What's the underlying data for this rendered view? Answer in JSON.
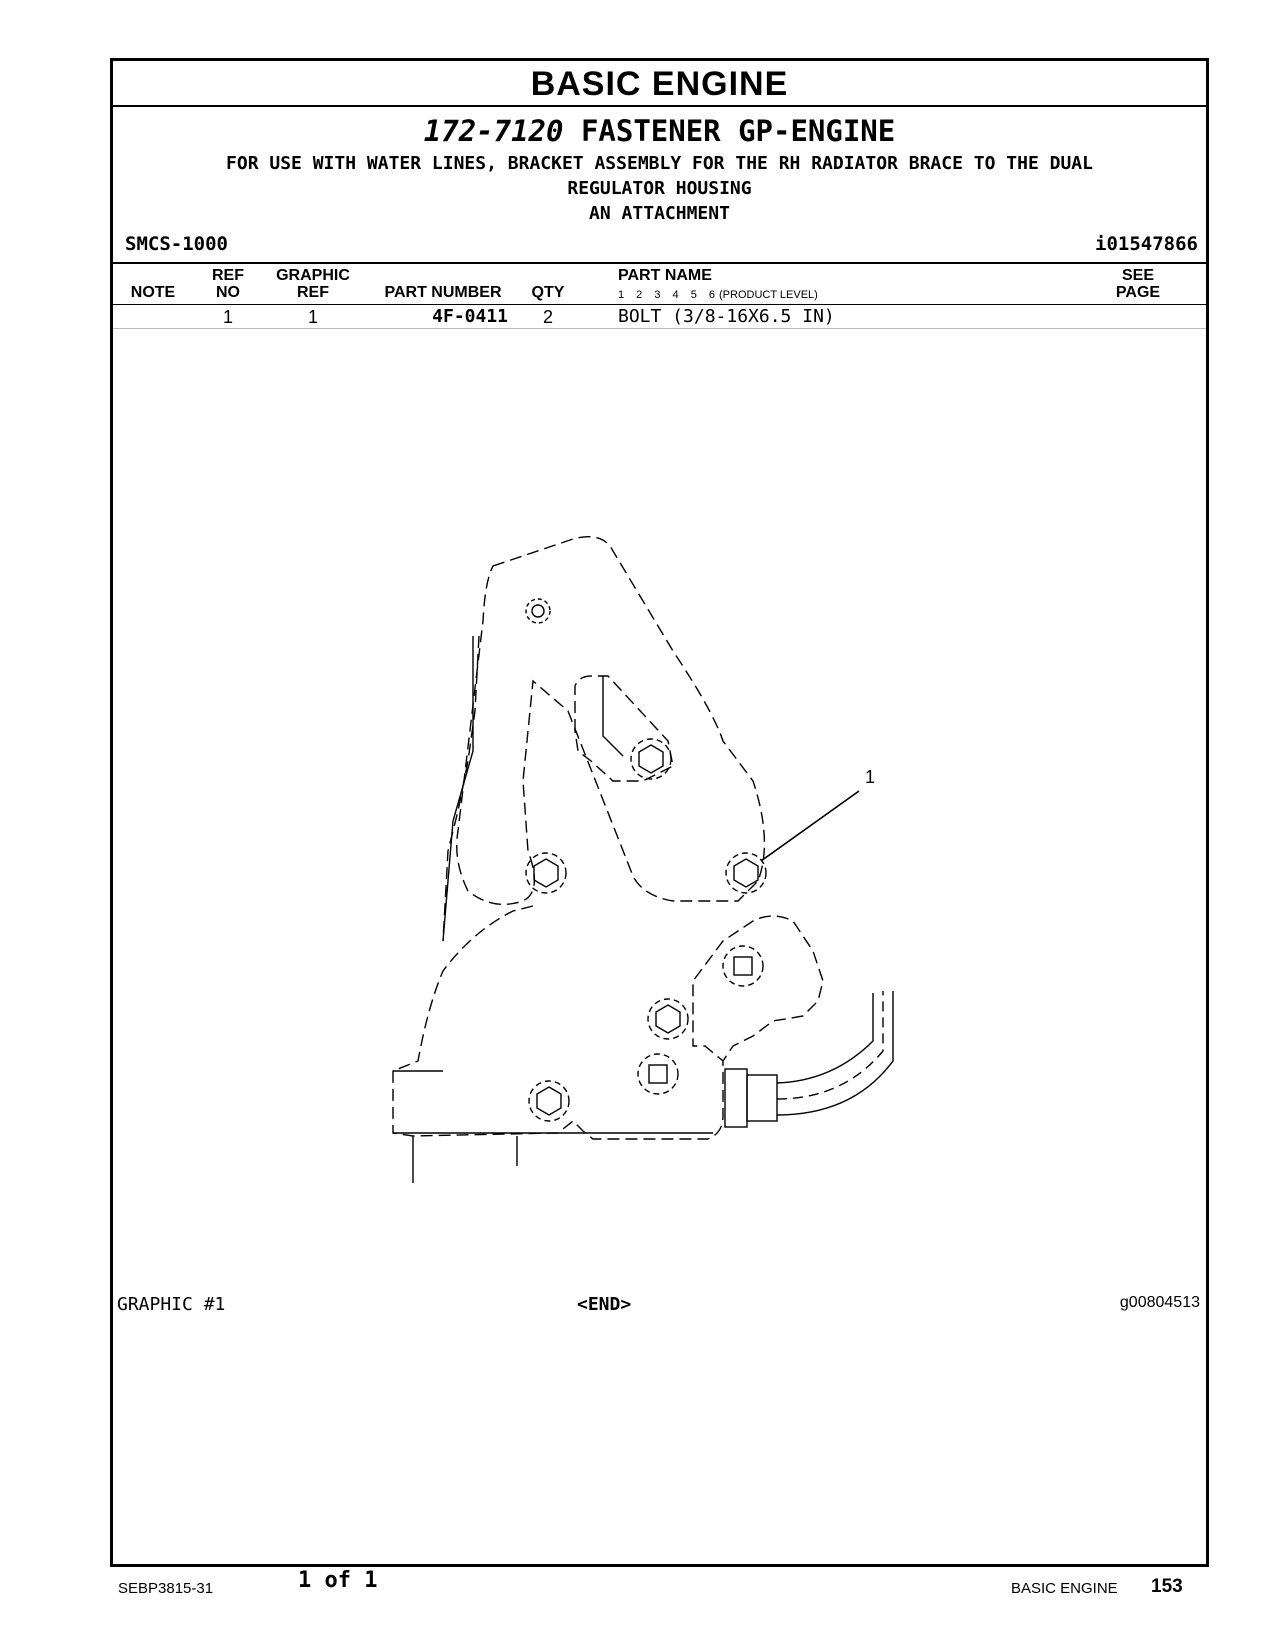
{
  "header": {
    "section_title": "BASIC  ENGINE",
    "group_number": "172-7120",
    "group_name": "FASTENER GP-ENGINE",
    "description_lines": [
      "FOR USE WITH WATER LINES, BRACKET ASSEMBLY FOR THE RH RADIATOR BRACE TO THE DUAL",
      "REGULATOR HOUSING",
      "AN ATTACHMENT"
    ],
    "smcs": "SMCS-1000",
    "info_id": "i01547866"
  },
  "table": {
    "columns": {
      "note": "NOTE",
      "ref_no_1": "REF",
      "ref_no_2": "NO",
      "graphic_ref_1": "GRAPHIC",
      "graphic_ref_2": "REF",
      "part_number": "PART NUMBER",
      "qty": "QTY",
      "part_name": "PART NAME",
      "levels": "1  2  3  4  5  6",
      "product_level": "(PRODUCT LEVEL)",
      "see_page_1": "SEE",
      "see_page_2": "PAGE"
    },
    "rows": [
      {
        "note": "",
        "ref_no": "1",
        "graphic_ref": "1",
        "part_number": "4F-0411",
        "qty": "2",
        "part_name": "BOLT (3/8-16X6.5 IN)",
        "see_page": ""
      }
    ]
  },
  "graphic": {
    "callout": "1",
    "caption_left": "GRAPHIC #1",
    "caption_center": "<END>",
    "caption_right": "g00804513"
  },
  "footer": {
    "doc_number": "SEBP3815-31",
    "page_of": "1 of 1",
    "section": "BASIC ENGINE",
    "page": "153"
  }
}
